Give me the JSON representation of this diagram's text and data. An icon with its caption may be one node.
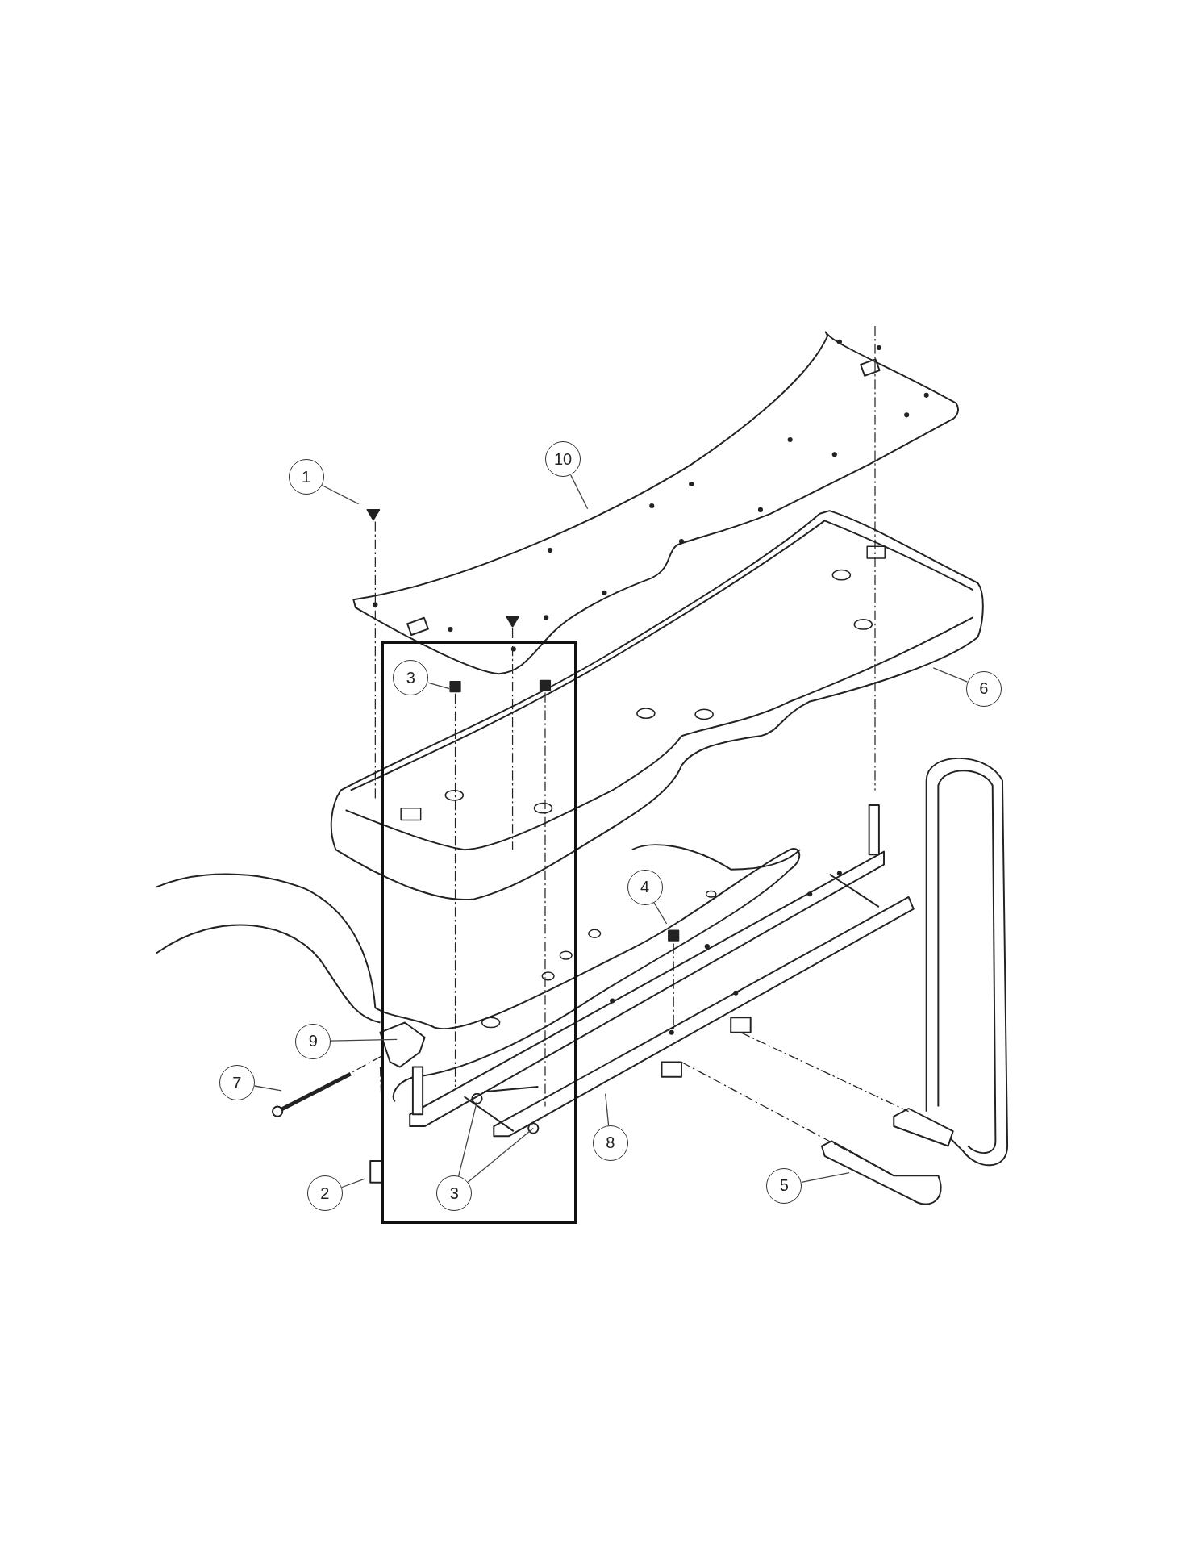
{
  "diagram": {
    "nodes": [
      {
        "text": [
          "10"
        ]
      },
      {
        "text": [
          "1"
        ]
      },
      {
        "text": [
          "3"
        ]
      },
      {
        "text": [
          "6"
        ]
      },
      {
        "text": [
          "4"
        ]
      },
      {
        "text": [
          "9"
        ]
      },
      {
        "text": [
          "7"
        ]
      },
      {
        "text": [
          "8"
        ]
      },
      {
        "text": [
          "5"
        ]
      },
      {
        "text": [
          "2"
        ]
      },
      {
        "text": [
          "3"
        ]
      }
    ],
    "edges": [
      {
        "from": 0,
        "to": null,
        "arrow": "none"
      },
      {
        "from": 1,
        "to": null,
        "arrow": "none"
      },
      {
        "from": 2,
        "to": null,
        "arrow": "none"
      },
      {
        "from": 3,
        "to": null,
        "arrow": "none"
      },
      {
        "from": 4,
        "to": null,
        "arrow": "none"
      },
      {
        "from": 5,
        "to": null,
        "arrow": "none"
      },
      {
        "from": 6,
        "to": null,
        "arrow": "none"
      },
      {
        "from": 7,
        "to": null,
        "arrow": "none"
      },
      {
        "from": 8,
        "to": null,
        "arrow": "none"
      },
      {
        "from": 9,
        "to": null,
        "arrow": "none"
      },
      {
        "from": 10,
        "to": null,
        "arrow": "none"
      },
      {
        "from": 10,
        "to": null,
        "arrow": "none"
      }
    ]
  }
}
